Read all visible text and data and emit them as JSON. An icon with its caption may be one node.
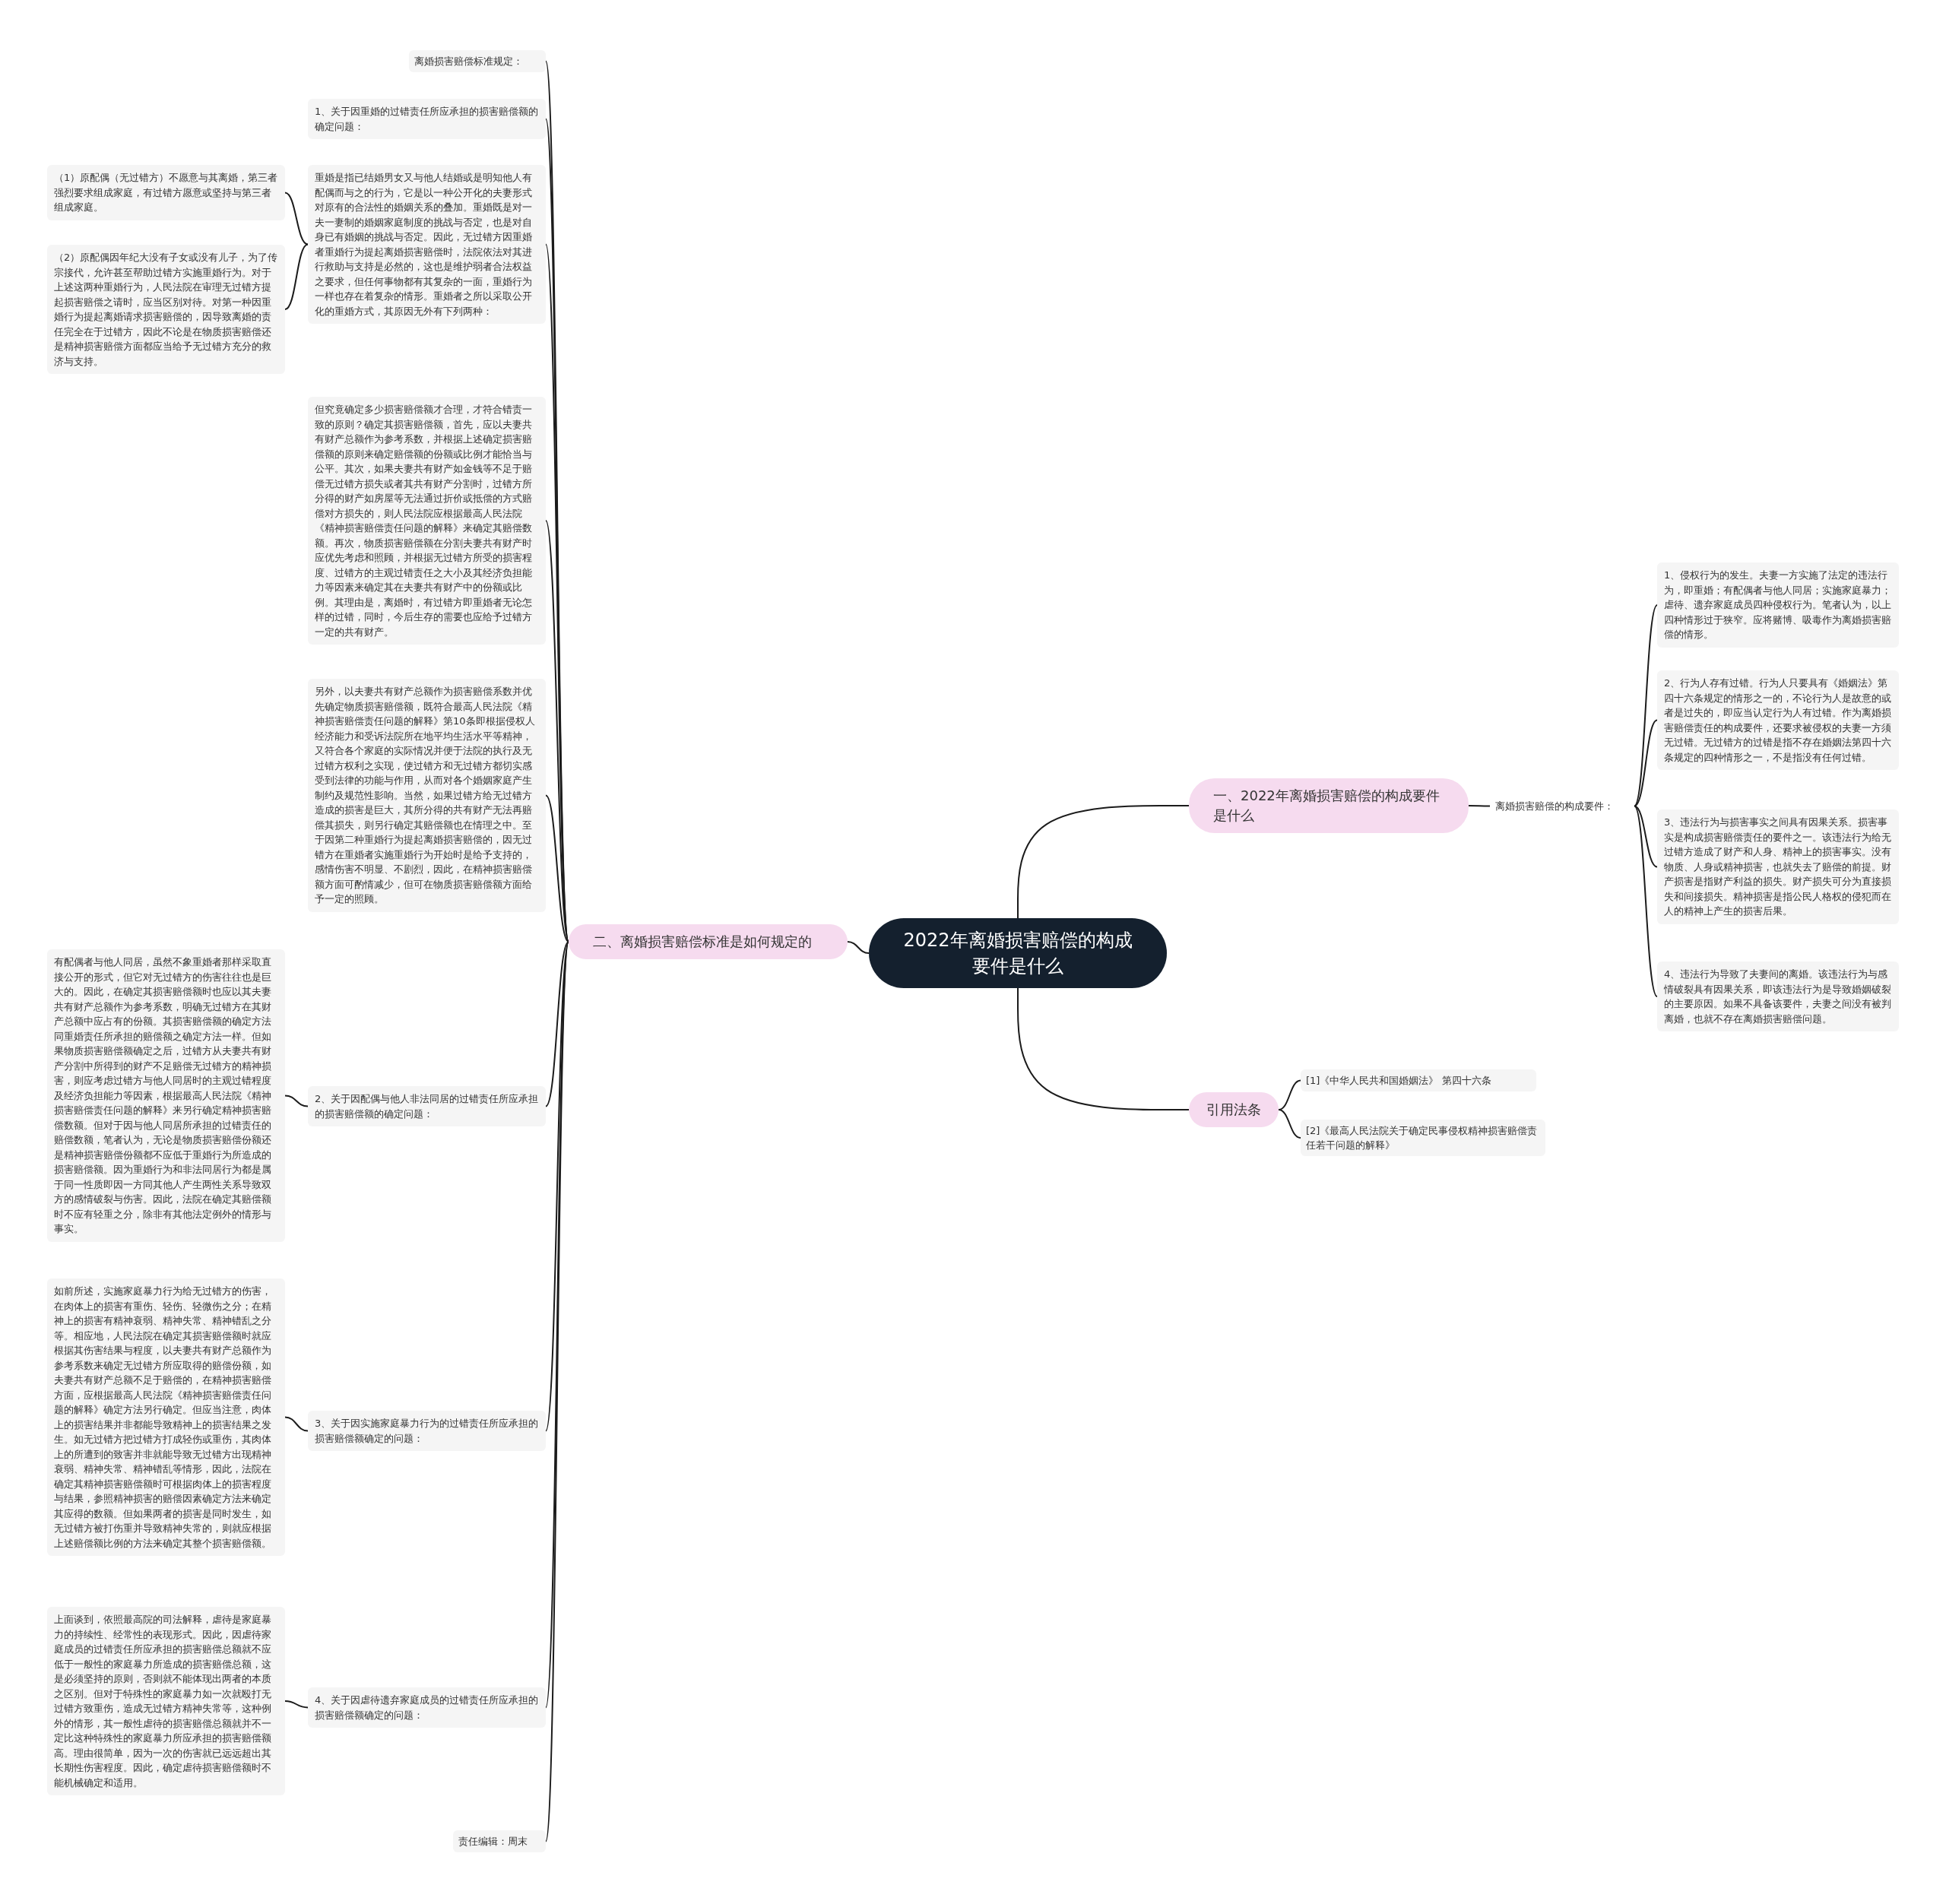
{
  "diagram": {
    "nodes": [
      {
        "text": [
          "2022年离婚损害赔偿的构成要件是什么"
        ]
      },
      {
        "text": [
          "一、2022年离婚损害赔偿的构成要件是什么"
        ]
      },
      {
        "text": [
          "离婚损害赔偿的构成要件："
        ]
      },
      {
        "text": [
          "1、侵权行为的发生。夫妻一方实施了法定的违法行为，即重婚；有配偶者与他人同居；实施家庭暴力；虐待、遗弃家庭成员四种侵权行为。笔者认为，以上四种情形过于狭窄。应将赌博、吸毒作为离婚损害赔偿的情形。"
        ]
      },
      {
        "text": [
          "2、行为人存有过错。行为人只要具有《婚姻法》第四十六条规定的情形之一的，不论行为人是故意的或者是过失的，即应当认定行为人有过错。作为离婚损害赔偿责任的构成要件，还要求被侵权的夫妻一方须无过错。无过错方的过错是指不存在婚姻法第四十六条规定的四种情形之一，不是指没有任何过错。"
        ]
      },
      {
        "text": [
          "3、违法行为与损害事实之间具有因果关系。损害事实是构成损害赔偿责任的要件之一。该违法行为给无过错方造成了财产和人身、精神上的损害事实。没有物质、人身或精神损害，也就失去了赔偿的前提。财产损害是指财产利益的损失。财产损失可分为直接损失和间接损失。精神损害是指公民人格权的侵犯而在人的精神上产生的损害后果。"
        ]
      },
      {
        "text": [
          "4、违法行为导致了夫妻间的离婚。该违法行为与感情破裂具有因果关系，即该违法行为是导致婚姻破裂的主要原因。如果不具备该要件，夫妻之间没有被判离婚，也就不存在离婚损害赔偿问题。"
        ]
      },
      {
        "text": [
          "引用法条"
        ]
      },
      {
        "text": [
          "[1]《中华人民共和国婚姻法》 第四十六条"
        ]
      },
      {
        "text": [
          "[2]《最高人民法院关于确定民事侵权精神损害赔偿责任若干问题的解释》"
        ]
      },
      {
        "text": [
          "二、离婚损害赔偿标准是如何规定的"
        ]
      },
      {
        "text": [
          "离婚损害赔偿标准规定："
        ]
      },
      {
        "text": [
          "1、关于因重婚的过错责任所应承担的损害赔偿额的确定问题："
        ]
      },
      {
        "text": [
          "重婚是指已结婚男女又与他人结婚或是明知他人有配偶而与之的行为，它是以一种公开化的夫妻形式对原有的合法性的婚姻关系的叠加。重婚既是对一夫一妻制的婚姻家庭制度的挑战与否定，也是对自身已有婚姻的挑战与否定。因此，无过错方因重婚者重婚行为提起离婚损害赔偿时，法院依法对其进行救助与支持是必然的，这也是维护弱者合法权益之要求，但任何事物都有其复杂的一面，重婚行为一样也存在着复杂的情形。重婚者之所以采取公开化的重婚方式，其原因无外有下列两种："
        ]
      },
      {
        "text": [
          "（1）原配偶（无过错方）不愿意与其离婚，第三者强烈要求组成家庭，有过错方愿意或坚持与第三者组成家庭。"
        ]
      },
      {
        "text": [
          "（2）原配偶因年纪大没有子女或没有儿子，为了传宗接代，允许甚至帮助过错方实施重婚行为。对于上述这两种重婚行为，人民法院在审理无过错方提起损害赔偿之请时，应当区别对待。对第一种因重婚行为提起离婚请求损害赔偿的，因导致离婚的责任完全在于过错方，因此不论是在物质损害赔偿还是精神损害赔偿方面都应当给予无过错方充分的救济与支持。"
        ]
      },
      {
        "text": [
          "但究竟确定多少损害赔偿额才合理，才符合错责一致的原则？确定其损害赔偿额，首先，应以夫妻共有财产总额作为参考系数，并根据上述确定损害赔偿额的原则来确定赔偿额的份额或比例才能恰当与公平。其次，如果夫妻共有财产如金钱等不足于赔偿无过错方损失或者其共有财产分割时，过错方所分得的财产如房屋等无法通过折价或抵偿的方式赔偿对方损失的，则人民法院应根据最高人民法院《精神损害赔偿责任问题的解释》来确定其赔偿数额。再次，物质损害赔偿额在分割夫妻共有财产时应优先考虑和照顾，并根据无过错方所受的损害程度、过错方的主观过错责任之大小及其经济负担能力等因素来确定其在夫妻共有财产中的份额或比例。其理由是，离婚时，有过错方即重婚者无论怎样的过错，同时，今后生存的需要也应给予过错方一定的共有财产。"
        ]
      },
      {
        "text": [
          "另外，以夫妻共有财产总额作为损害赔偿系数并优先确定物质损害赔偿额，既符合最高人民法院《精神损害赔偿责任问题的解释》第10条即根据侵权人经济能力和受诉法院所在地平均生活水平等精神，又符合各个家庭的实际情况并便于法院的执行及无过错方权利之实现，使过错方和无过错方都切实感受到法律的功能与作用，从而对各个婚姻家庭产生制约及规范性影响。当然，如果过错方给无过错方造成的损害是巨大，其所分得的共有财产无法再赔偿其损失，则另行确定其赔偿额也在情理之中。至于因第二种重婚行为提起离婚损害赔偿的，因无过错方在重婚者实施重婚行为开始时是给予支持的，感情伤害不明显、不剧烈，因此，在精神损害赔偿额方面可酌情减少，但可在物质损害赔偿额方面给予一定的照顾。"
        ]
      },
      {
        "text": [
          "2、关于因配偶与他人非法同居的过错责任所应承担的损害赔偿额的确定问题："
        ]
      },
      {
        "text": [
          "有配偶者与他人同居，虽然不象重婚者那样采取直接公开的形式，但它对无过错方的伤害往往也是巨大的。因此，在确定其损害赔偿额时也应以其夫妻共有财产总额作为参考系数，明确无过错方在其财产总额中应占有的份额。其损害赔偿额的确定方法同重婚责任所承担的赔偿额之确定方法一样。但如果物质损害赔偿额确定之后，过错方从夫妻共有财产分割中所得到的财产不足赔偿无过错方的精神损害，则应考虑过错方与他人同居时的主观过错程度及经济负担能力等因素，根据最高人民法院《精神损害赔偿责任问题的解释》来另行确定精神损害赔偿数额。但对于因与他人同居所承担的过错责任的赔偿数额，笔者认为，无论是物质损害赔偿份额还是精神损害赔偿份额都不应低于重婚行为所造成的损害赔偿额。因为重婚行为和非法同居行为都是属于同一性质即因一方同其他人产生两性关系导致双方的感情破裂与伤害。因此，法院在确定其赔偿额时不应有轻重之分，除非有其他法定例外的情形与事实。"
        ]
      },
      {
        "text": [
          "3、关于因实施家庭暴力行为的过错责任所应承担的损害赔偿额确定的问题："
        ]
      },
      {
        "text": [
          "如前所述，实施家庭暴力行为给无过错方的伤害，在肉体上的损害有重伤、轻伤、轻微伤之分；在精神上的损害有精神衰弱、精神失常、精神错乱之分等。相应地，人民法院在确定其损害赔偿额时就应根据其伤害结果与程度，以夫妻共有财产总额作为参考系数来确定无过错方所应取得的赔偿份额，如夫妻共有财产总额不足于赔偿的，在精神损害赔偿方面，应根据最高人民法院《精神损害赔偿责任问题的解释》确定方法另行确定。但应当注意，肉体上的损害结果并非都能导致精神上的损害结果之发生。如无过错方把过错方打成轻伤或重伤，其肉体上的所遭到的致害并非就能导致无过错方出现精神衰弱、精神失常、精神错乱等情形，因此，法院在确定其精神损害赔偿额时可根据肉体上的损害程度与结果，参照精神损害的赔偿因素确定方法来确定其应得的数额。但如果两者的损害是同时发生，如无过错方被打伤重并导致精神失常的，则就应根据上述赔偿额比例的方法来确定其整个损害赔偿额。"
        ]
      },
      {
        "text": [
          "4、关于因虐待遗弃家庭成员的过错责任所应承担的损害赔偿额确定的问题："
        ]
      },
      {
        "text": [
          "上面谈到，依照最高院的司法解释，虐待是家庭暴力的持续性、经常性的表现形式。因此，因虐待家庭成员的过错责任所应承担的损害赔偿总额就不应低于一般性的家庭暴力所造成的损害赔偿总额，这是必须坚持的原则，否则就不能体现出两者的本质之区别。但对于特殊性的家庭暴力如一次就殴打无过错方致重伤，造成无过错方精神失常等，这种例外的情形，其一般性虐待的损害赔偿总额就并不一定比这种特殊性的家庭暴力所应承担的损害赔偿额高。理由很简单，因为一次的伤害就已远远超出其长期性伤害程度。因此，确定虐待损害赔偿额时不能机械确定和适用。"
        ]
      },
      {
        "text": [
          "责任编辑：周末"
        ]
      }
    ],
    "edges": [
      {
        "from": 0,
        "to": 1,
        "arrow": "none"
      },
      {
        "from": 1,
        "to": 2,
        "arrow": "none"
      },
      {
        "from": 2,
        "to": 3,
        "arrow": "none"
      },
      {
        "from": 2,
        "to": 4,
        "arrow": "none"
      },
      {
        "from": 2,
        "to": 5,
        "arrow": "none"
      },
      {
        "from": 2,
        "to": 6,
        "arrow": "none"
      },
      {
        "from": 0,
        "to": 7,
        "arrow": "none"
      },
      {
        "from": 7,
        "to": 8,
        "arrow": "none"
      },
      {
        "from": 7,
        "to": 9,
        "arrow": "none"
      },
      {
        "from": 0,
        "to": 10,
        "arrow": "none"
      },
      {
        "from": 10,
        "to": 11,
        "arrow": "none"
      },
      {
        "from": 10,
        "to": 12,
        "arrow": "none"
      },
      {
        "from": 10,
        "to": 13,
        "arrow": "none"
      },
      {
        "from": 13,
        "to": 14,
        "arrow": "none"
      },
      {
        "from": 13,
        "to": 15,
        "arrow": "none"
      },
      {
        "from": 10,
        "to": 16,
        "arrow": "none"
      },
      {
        "from": 10,
        "to": 17,
        "arrow": "none"
      },
      {
        "from": 10,
        "to": 18,
        "arrow": "none"
      },
      {
        "from": 18,
        "to": 19,
        "arrow": "none"
      },
      {
        "from": 10,
        "to": 20,
        "arrow": "none"
      },
      {
        "from": 20,
        "to": 21,
        "arrow": "none"
      },
      {
        "from": 10,
        "to": 22,
        "arrow": "none"
      },
      {
        "from": 22,
        "to": 23,
        "arrow": "none"
      },
      {
        "from": 10,
        "to": 24,
        "arrow": "none"
      }
    ]
  }
}
